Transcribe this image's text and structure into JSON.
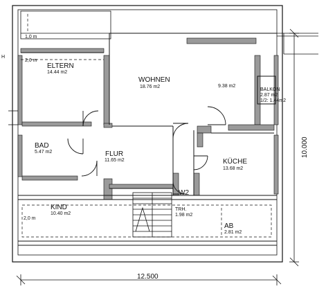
{
  "plan": {
    "rooms": {
      "eltern": {
        "name": "ELTERN",
        "area": "14.44 m2"
      },
      "wohnen": {
        "name": "WOHNEN",
        "area": "18.76 m2"
      },
      "wohnen_annex": {
        "area": "9.38 m2"
      },
      "balkon": {
        "name": "BALKON",
        "area": "2.87 m2",
        "area_half": "1/2: 1.44m2"
      },
      "bad": {
        "name": "BAD",
        "area": "5.47 m2"
      },
      "flur": {
        "name": "FLUR",
        "area": "11.65 m2"
      },
      "kueche": {
        "name": "KÜCHE",
        "area": "13.68 m2"
      },
      "w2": {
        "name": "W2"
      },
      "treppe": {
        "name": "TRH.",
        "area": "1.98 m2"
      },
      "kind": {
        "name": "KIND",
        "area": "10.40 m2"
      },
      "ab": {
        "name": "AB",
        "area": "2.81 m2"
      }
    },
    "dimensions": {
      "width": "12.500",
      "height": "10.000",
      "strip_top": "1,0 m",
      "strip_upper": "2,0 m",
      "strip_lower": "2,0 m",
      "edge_marker": "H"
    }
  }
}
